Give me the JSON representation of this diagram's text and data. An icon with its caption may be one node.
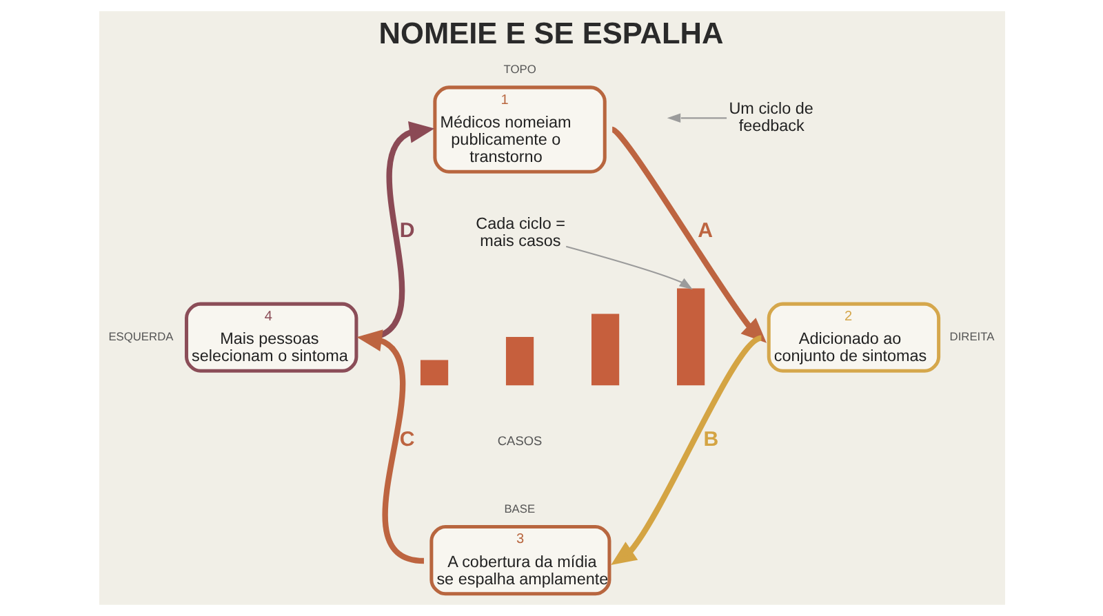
{
  "diagram": {
    "title": "NOMEIE E SE ESPALHA",
    "nodes": [
      {
        "text": [
          "1",
          "Médicos nomeiam publicamente o transtorno"
        ],
        "beside": [
          "TOPO"
        ]
      },
      {
        "text": [
          "Um ciclo de feedback"
        ]
      },
      {
        "text": [
          "Cada ciclo = mais casos"
        ]
      },
      {
        "text": [
          "4",
          "Mais pessoas selecionam o sintoma"
        ],
        "beside": [
          "ESQUERDA"
        ]
      },
      {
        "text": [],
        "shape": "bar"
      },
      {
        "text": [],
        "shape": "bar"
      },
      {
        "text": [],
        "shape": "bar"
      },
      {
        "text": [],
        "shape": "bar"
      },
      {
        "text": [
          "2",
          "Adicionado ao conjunto de sintomas"
        ],
        "beside": [
          "DIREITA"
        ]
      },
      {
        "text": [
          "3",
          "A cobertura da mídia se espalha amplamente"
        ],
        "beside": [
          "BASE"
        ]
      }
    ],
    "edges": [
      {
        "from": 0,
        "to": 8,
        "arrow": "to",
        "label": "A",
        "color": "#bd6440"
      },
      {
        "from": 8,
        "to": 9,
        "arrow": "to",
        "label": "B",
        "color": "#d4a443"
      },
      {
        "from": 9,
        "to": 3,
        "arrow": "to",
        "label": "C",
        "color": "#bd6440"
      },
      {
        "from": 3,
        "to": 0,
        "arrow": "to",
        "label": "D",
        "color": "#8b4a55"
      },
      {
        "from": 1,
        "to": null,
        "arrow": "to",
        "color": "#9b9b9b"
      },
      {
        "from": 2,
        "to": 7,
        "arrow": "to",
        "color": "#9b9b9b"
      }
    ],
    "labels": [
      "CASOS"
    ]
  }
}
